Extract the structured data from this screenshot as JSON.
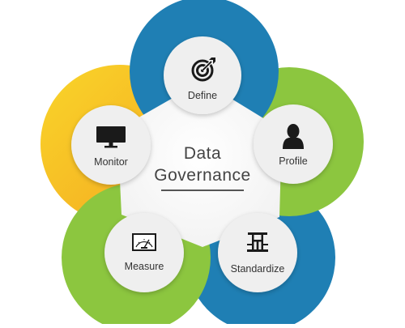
{
  "title_line1": "Data",
  "title_line2": "Governance",
  "nodes": [
    {
      "label": "Define",
      "icon": "target-icon",
      "ring_color": "#1f7fb4"
    },
    {
      "label": "Profile",
      "icon": "person-icon",
      "ring_color": "#8cc63f"
    },
    {
      "label": "Standardize",
      "icon": "standardize-icon",
      "ring_color": "#1f7fb4"
    },
    {
      "label": "Measure",
      "icon": "gauge-icon",
      "ring_color": "#8cc63f"
    },
    {
      "label": "Monitor",
      "icon": "monitor-icon",
      "ring_color": "#f5c21b"
    }
  ],
  "colors": {
    "blue": "#1f7fb4",
    "green": "#8cc63f",
    "yellow": "#f5c21b",
    "orange": "#f4a620",
    "icon": "#1a1a1a",
    "node_fill": "#efefef"
  }
}
